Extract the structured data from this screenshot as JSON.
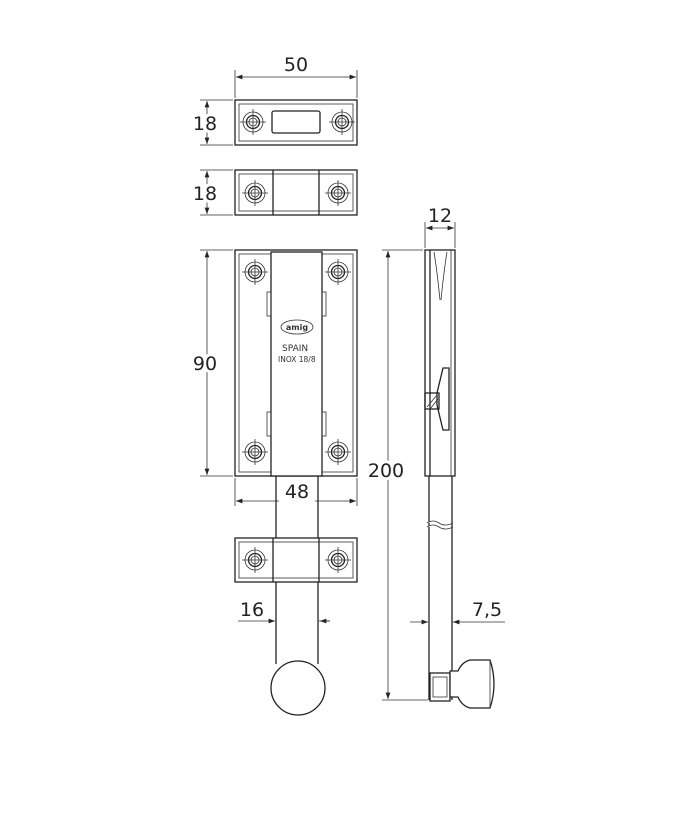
{
  "dimensions": {
    "strike_width": "50",
    "strike_height": "18",
    "guide_height": "18",
    "body_height": "90",
    "body_width": "48",
    "bolt_width": "16",
    "total_length": "200",
    "body_depth": "12",
    "bolt_diameter": "7,5"
  },
  "marking": {
    "logo": "amig",
    "origin": "SPAIN",
    "material": "INOX 18/8"
  },
  "colors": {
    "line": "#222222",
    "background": "#ffffff"
  }
}
